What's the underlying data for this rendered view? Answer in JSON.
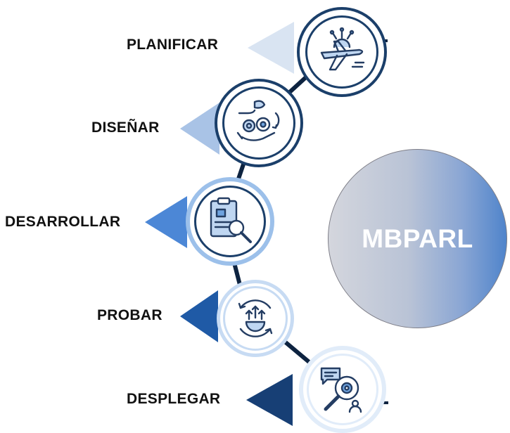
{
  "steps": [
    {
      "label": "PLANIFICAR",
      "icon": "airplane-network-icon",
      "color": "#d9e4f2",
      "ring": "#1b3f6a"
    },
    {
      "label": "DISEÑAR",
      "icon": "hands-gears-icon",
      "color": "#a9c3e6",
      "ring": "#1b3f6a"
    },
    {
      "label": "DESARROLLAR",
      "icon": "clipboard-search-icon",
      "color": "#4c87d6",
      "ring": "#9cc0ea"
    },
    {
      "label": "PROBAR",
      "icon": "gear-arrows-icon",
      "color": "#1f5aa6",
      "ring": "#c7dbf3"
    },
    {
      "label": "DESPLEGAR",
      "icon": "magnifier-chat-icon",
      "color": "#173f75",
      "ring": "#e1ecf9"
    }
  ],
  "center": {
    "label": "MBPARL"
  },
  "colors": {
    "connector": "#0d2340",
    "icon_stroke": "#243d63",
    "icon_accent": "#6ea3df"
  }
}
